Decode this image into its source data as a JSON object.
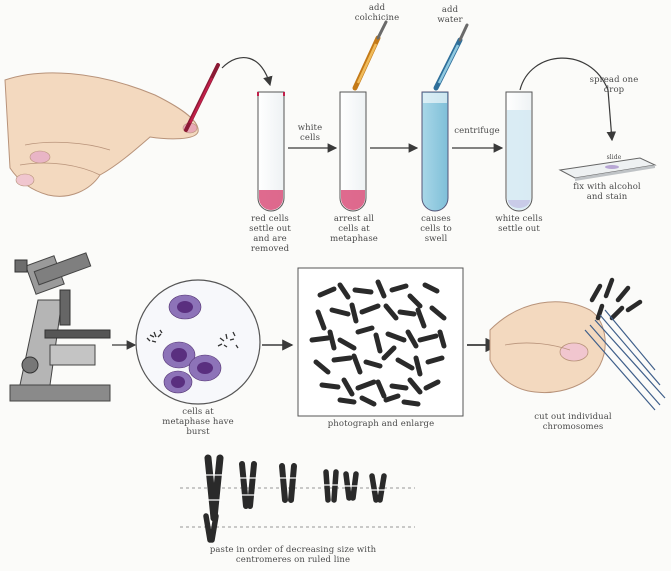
{
  "labels": {
    "add_colchicine": "add colchicine",
    "add_water": "add water",
    "white_cells": "white cells",
    "centrifuge": "centrifuge",
    "spread_one_drop": "spread one drop",
    "slide": "slide",
    "fix_stain": "fix with alcohol and stain",
    "red_cells": "red cells settle out and are removed",
    "arrest_cells": "arrest all cells at metaphase",
    "causes_cells": "causes cells to swell",
    "white_settle": "white cells settle out",
    "cells_metaphase": "cells at metaphase have burst",
    "photograph": "photograph and enlarge",
    "cut_out": "cut out individual chromosomes",
    "paste": "paste in order of decreasing size with centromeres on ruled line"
  },
  "colors": {
    "blood": "#c21f4a",
    "colchicine": "#e8a640",
    "water": "#8fc9e0",
    "nucleus": "#6a3d8a",
    "stain": "#6b4aa0"
  }
}
